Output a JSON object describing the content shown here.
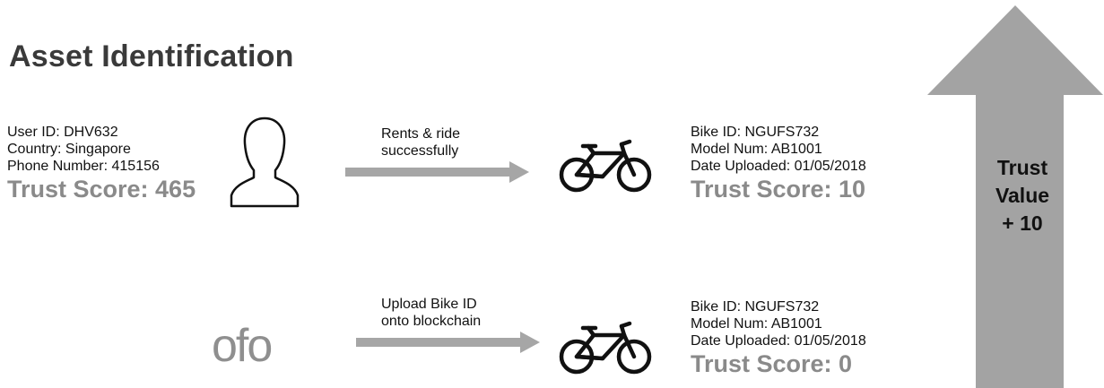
{
  "title": "Asset Identification",
  "user": {
    "id_line": "User  ID: DHV632",
    "country_line": "Country: Singapore",
    "phone_line": "Phone Number: 415156",
    "trust_score": "Trust Score: 465"
  },
  "arrow_top": {
    "line1": "Rents & ride",
    "line2": "successfully"
  },
  "bike_top": {
    "id_line": "Bike ID: NGUFS732",
    "model_line": "Model Num: AB1001",
    "date_line": "Date Uploaded: 01/05/2018",
    "trust_score": "Trust Score: 10"
  },
  "ofo": {
    "logo_text": "ofo"
  },
  "arrow_bottom": {
    "line1": "Upload Bike ID",
    "line2": "onto blockchain"
  },
  "bike_bottom": {
    "id_line": "Bike ID: NGUFS732",
    "model_line": "Model Num: AB1001",
    "date_line": "Date Uploaded: 01/05/2018",
    "trust_score": "Trust Score: 0"
  },
  "trust_value": {
    "line1": "Trust",
    "line2": "Value",
    "line3": "+ 10"
  },
  "colors": {
    "arrow_gray": "#a6a6a6",
    "score_gray": "#8a8a8a",
    "big_arrow_gray": "#a3a3a3"
  }
}
